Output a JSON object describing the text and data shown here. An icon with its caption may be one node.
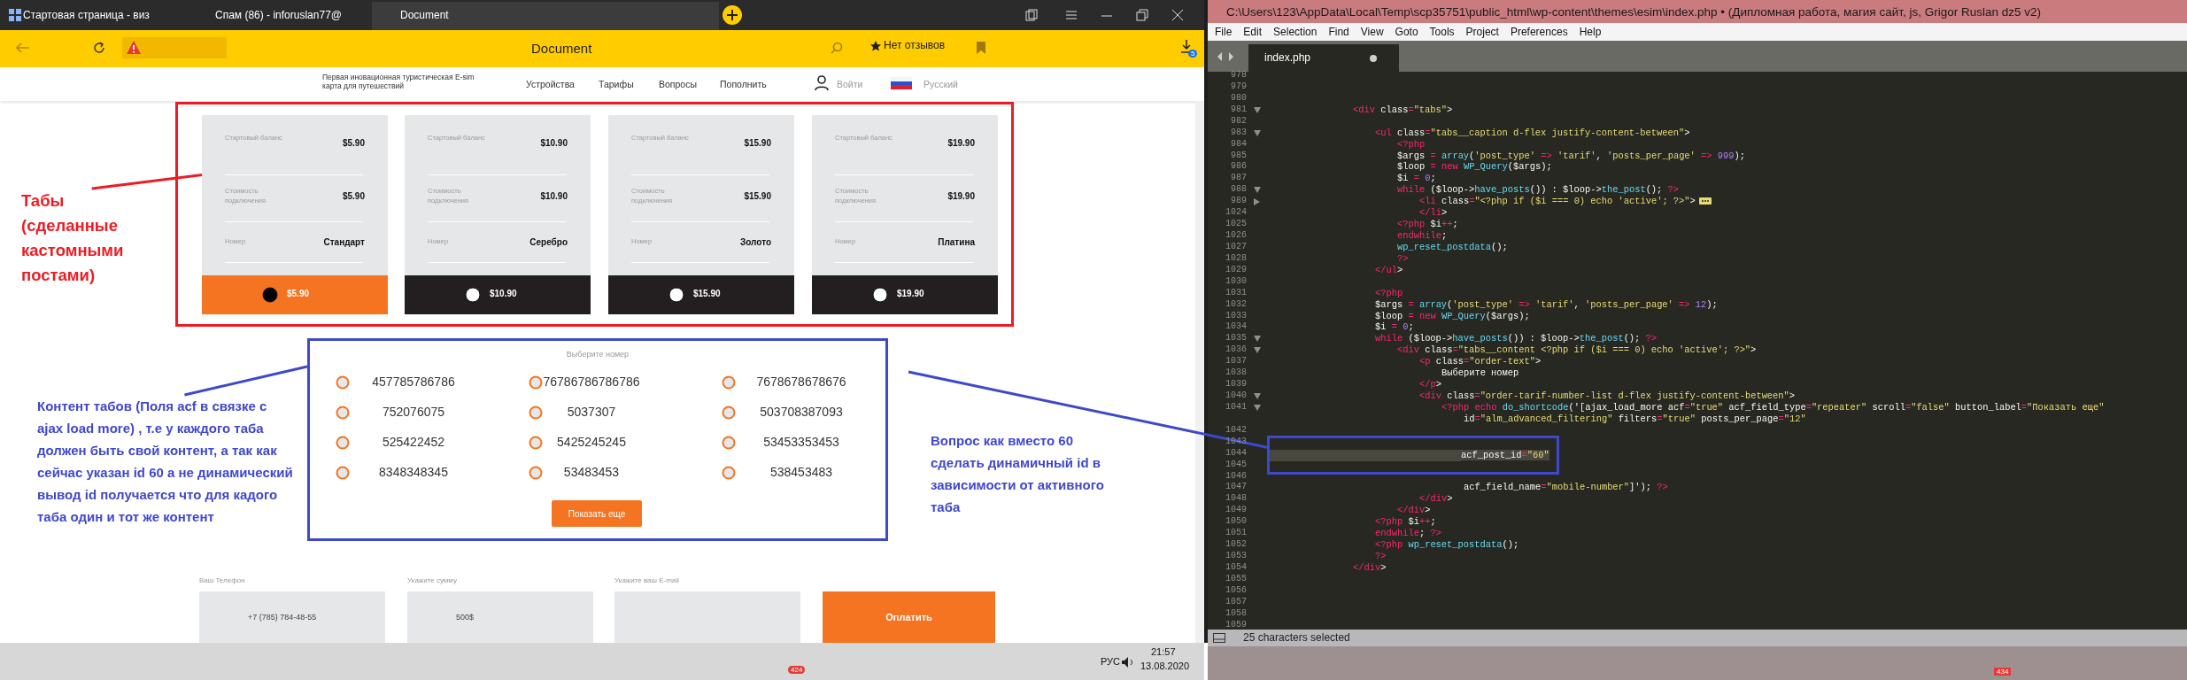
{
  "diagram": {
    "nodes": [
      {
        "text": [],
        "shape": "box"
      },
      {
        "text": [
          "Стартовый баланс",
          "$5.90",
          "Стоимость подключения",
          "$5.90",
          "Номер",
          "Стандарт",
          "$5.90"
        ],
        "in": 0
      },
      {
        "text": [
          "Стартовый баланс",
          "$10.90",
          "Стоимость подключения",
          "$10.90",
          "Номер",
          "Серебро",
          "$10.90"
        ],
        "in": 0
      },
      {
        "text": [
          "Стартовый баланс",
          "$15.90",
          "Стоимость подключения",
          "$15.90",
          "Номер",
          "Золото",
          "$15.90"
        ],
        "in": 0
      },
      {
        "text": [
          "Стартовый баланс",
          "$19.90",
          "Стоимость подключения",
          "$19.90",
          "Номер",
          "Платина",
          "$19.90"
        ],
        "in": 0
      },
      {
        "text": [
          "Выберите номер",
          "457785786786",
          "76786786786786",
          "7678678678676",
          "752076075",
          "5037307",
          "503708387093",
          "525422452",
          "5425245245",
          "53453353453",
          "8348348345",
          "53483453",
          "538453483"
        ]
      },
      {
        "text": [
          "Показать еще"
        ],
        "in": 5
      },
      {
        "text": [
          "Табы (сделанные кастомными постами)"
        ]
      },
      {
        "text": [
          "Контент табов (Поля acf в связке с ajax load more) , т.е у каждого таба должен быть свой контент, а так как сейчас указан id 60 а не динамический вывод id получается что для кадого таба один и тот же контент"
        ]
      },
      {
        "text": [
          "Вопрос как вместо 60 сделать динамичный id в зависимости от активного таба"
        ]
      },
      {
        "text": [
          "acf_post_id=\"60\""
        ]
      }
    ],
    "edges": [
      {
        "from": 7,
        "to": 1,
        "arrow": "none",
        "color": "#ed1c24"
      },
      {
        "from": 8,
        "to": 5,
        "arrow": "none"
      },
      {
        "from": 9,
        "to": 10,
        "arrow": "none"
      }
    ],
    "labels": [
      "Стартовая страница - виз",
      "Спам (86) - inforuslan77@",
      "Document",
      "Document",
      "Нет отзывов",
      "5",
      "Первая иновационная туристическая E-sim карта для путешествий",
      "Устройства",
      "Тарифы",
      "Вопросы",
      "Пополнить",
      "Войти",
      "Русский",
      "Ваш Телефон",
      "Укажите сумму",
      "Укажите ваш E-mail",
      "+7 (785) 784-48-55",
      "500$",
      "Оплатить",
      "424",
      "РУС",
      "21:57",
      "13.08.2020",
      "C:\\Users\\123\\AppData\\Local\\Temp\\scp35751\\public_html\\wp-content\\themes\\esim\\index.php • (Дипломная работа, магия сайт, js, Grigor Ruslan dz5 v2)",
      "File",
      "Edit",
      "Selection",
      "Find",
      "View",
      "Goto",
      "Tools",
      "Project",
      "Preferences",
      "Help",
      "index.php",
      "978",
      "979",
      "980",
      "981",
      "<div class=\"tabs\">",
      "982",
      "983",
      "<ul class=\"tabs__caption d-flex justify-content-between\">",
      "984",
      "<?php",
      "985",
      "$args = array('post_type' => 'tarif', 'posts_per_page' => 999);",
      "986",
      "$loop = new WP_Query($args);",
      "987",
      "$i = 0;",
      "988",
      "while ($loop->have_posts()) : $loop->the_post(); ?>",
      "989",
      "<li class=\"<?php if ($i === 0) echo 'active'; ?>\">",
      "1024",
      "</li>",
      "1025",
      "<?php $i++;",
      "1026",
      "endwhile;",
      "1027",
      "wp_reset_postdata();",
      "1028",
      "?>",
      "1029",
      "</ul>",
      "1030",
      "1031",
      "<?php",
      "1032",
      "$args = array('post_type' => 'tarif', 'posts_per_page' => 12);",
      "1033",
      "$loop = new WP_Query($args);",
      "1034",
      "$i = 0;",
      "1035",
      "while ($loop->have_posts()) : $loop->the_post(); ?>",
      "1036",
      "<div class=\"tabs__content <?php if ($i === 0) echo 'active'; ?>\">",
      "1037",
      "<p class=\"order-text\">",
      "1038",
      "Выберите номер",
      "1039",
      "</p>",
      "1040",
      "<div class=\"order-tarif-number-list d-flex justify-content-between\">",
      "1041",
      "<?php echo do_shortcode('[ajax_load_more acf=\"true\" acf_field_type=\"repeater\" scroll=\"false\" button_label=\"Показать еще\"",
      "id=\"alm_advanced_filtering\" filters=\"true\" posts_per_page=\"12\"",
      "1042",
      "1043",
      "1044",
      "1045",
      "1046",
      "1047",
      "acf_field_name=\"mobile-number\"]'); ?>",
      "1048",
      "</div>",
      "1049",
      "</div>",
      "1050",
      "<?php $i++;",
      "1051",
      "endwhile; ?>",
      "1052",
      "<?php wp_reset_postdata();",
      "1053",
      "?>",
      "1054",
      "</div>",
      "1055",
      "1056",
      "1057",
      "1058",
      "1059",
      "25 characters selected",
      "434"
    ]
  }
}
